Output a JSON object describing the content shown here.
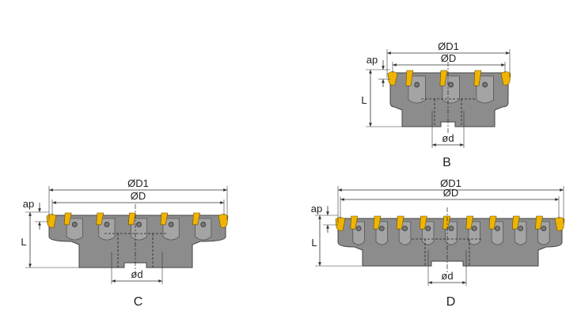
{
  "colors": {
    "body": "#8c8c8c",
    "insert": "#f0b400",
    "line": "#333333"
  },
  "cutters": [
    {
      "id": "B",
      "caption": "B",
      "d1_label": "ØD1",
      "d_label": "ØD",
      "bore_label": "ød",
      "length_label": "L",
      "depth_label": "ap"
    },
    {
      "id": "C",
      "caption": "C",
      "d1_label": "ØD1",
      "d_label": "ØD",
      "bore_label": "ød",
      "length_label": "L",
      "depth_label": "ap"
    },
    {
      "id": "D",
      "caption": "D",
      "d1_label": "ØD1",
      "d_label": "ØD",
      "bore_label": "ød",
      "length_label": "L",
      "depth_label": "ap"
    }
  ]
}
